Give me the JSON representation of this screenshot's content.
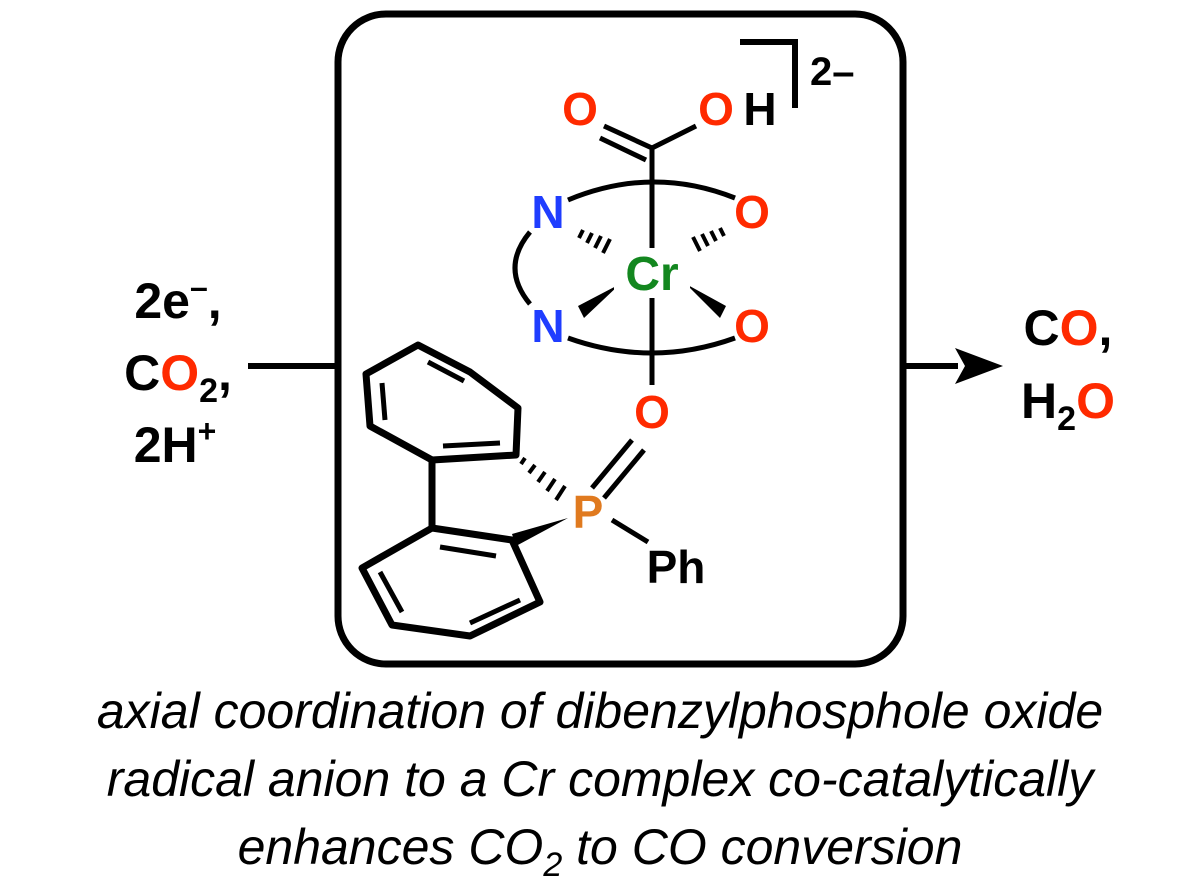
{
  "colors": {
    "oxygen": "#ff2a00",
    "nitrogen": "#1f3dff",
    "chromium": "#13871f",
    "phosphorus": "#e07a1f",
    "bond": "#000000"
  },
  "reactants": {
    "line1": "2e",
    "line1_sup": "–",
    "line1_tail": ",",
    "line2_c": "C",
    "line2_o": "O",
    "line2_sub": "2",
    "line2_tail": ",",
    "line3": "2H",
    "line3_sup": "+"
  },
  "products": {
    "line1_c": "C",
    "line1_o": "O",
    "line1_tail": ",",
    "line2_h": "H",
    "line2_sub": "2",
    "line2_o": "O"
  },
  "complex": {
    "charge": "2–",
    "carboxyl_o": "O",
    "hydroxyl_o": "O",
    "hydroxyl_h": "H",
    "n_top": "N",
    "n_bottom": "N",
    "o_right_top": "O",
    "o_right_bottom": "O",
    "metal": "Cr",
    "axial_o": "O",
    "phosphorus": "P",
    "phenyl": "Ph"
  },
  "caption": {
    "line1": "axial coordination of dibenzylphosphole oxide",
    "line2": "radical anion to a Cr complex co-catalytically",
    "line3_a": "enhances CO",
    "line3_sub": "2",
    "line3_b": " to CO conversion"
  }
}
